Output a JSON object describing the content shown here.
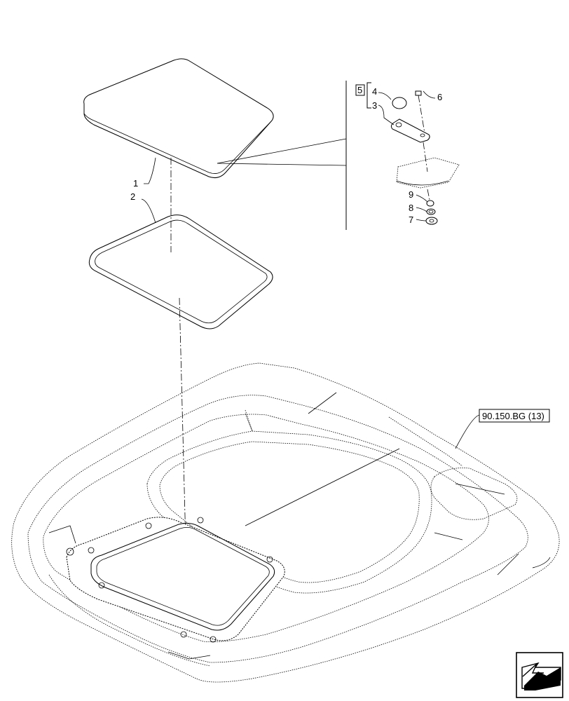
{
  "callouts": {
    "c1": "1",
    "c2": "2",
    "c3": "3",
    "c4": "4",
    "c5": "5",
    "c6": "6",
    "c7": "7",
    "c8": "8",
    "c9": "9"
  },
  "reference_label": "90.150.BG (13)",
  "nav_icon": "arrow-nav-icon"
}
